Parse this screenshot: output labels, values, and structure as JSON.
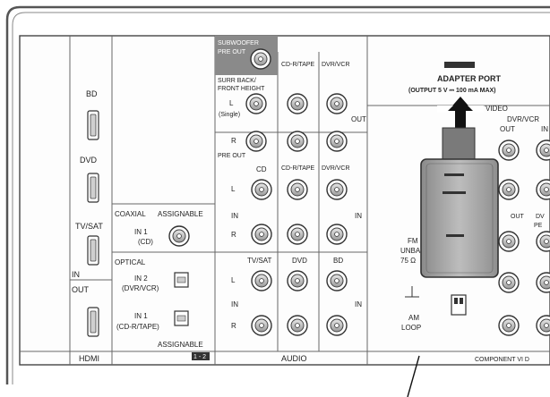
{
  "hdmi": {
    "bd": "BD",
    "dvd": "DVD",
    "tv_sat": "TV/SAT",
    "in": "IN",
    "out": "OUT",
    "hdmi": "HDMI"
  },
  "digital": {
    "coaxial": "COAXIAL",
    "assignable": "ASSIGNABLE",
    "coax_in_label": "IN 1",
    "coax_in_sub": "(CD)",
    "optical": "OPTICAL",
    "opt_in2": "IN 2",
    "opt_in2_sub": "(DVR/VCR)",
    "opt_in1": "IN 1",
    "opt_in1_sub": "(CD-R/TAPE)",
    "assignable_bottom": "ASSIGNABLE",
    "assignable_range": "1 - 2"
  },
  "audio": {
    "subwoofer": "SUBWOOFER",
    "pre_out": "PRE OUT",
    "surr_back": "SURR BACK/",
    "front_height": "FRONT HEIGHT",
    "l_single": "L",
    "single": "(Single)",
    "r": "R",
    "pre_out2": "PRE OUT",
    "cd_r_tape_top": "CD-R/TAPE",
    "dvr_vcr_top": "DVR/VCR",
    "out": "OUT",
    "cd": "CD",
    "cd_r_tape_mid": "CD-R/TAPE",
    "dvr_vcr_mid": "DVR/VCR",
    "l": "L",
    "in": "IN",
    "in2": "IN",
    "r2": "R",
    "tv_sat": "TV/SAT",
    "dvd": "DVD",
    "bd": "BD",
    "l3": "L",
    "in3": "IN",
    "in4": "IN",
    "r3": "R",
    "audio": "AUDIO"
  },
  "adapter": {
    "title": "ADAPTER PORT",
    "spec": "(OUTPUT 5 V ⎓ 100 mA MAX)"
  },
  "video": {
    "video": "VIDEO",
    "dvr_vcr": "DVR/VCR",
    "out": "OUT",
    "in": "IN",
    "out2": "OUT",
    "dv": "DV",
    "pe": "PE",
    "fm": "FM",
    "unbal": "UNBAL",
    "ohm": "75 Ω",
    "am": "AM",
    "loop": "LOOP",
    "component": "COMPONENT VI D"
  }
}
